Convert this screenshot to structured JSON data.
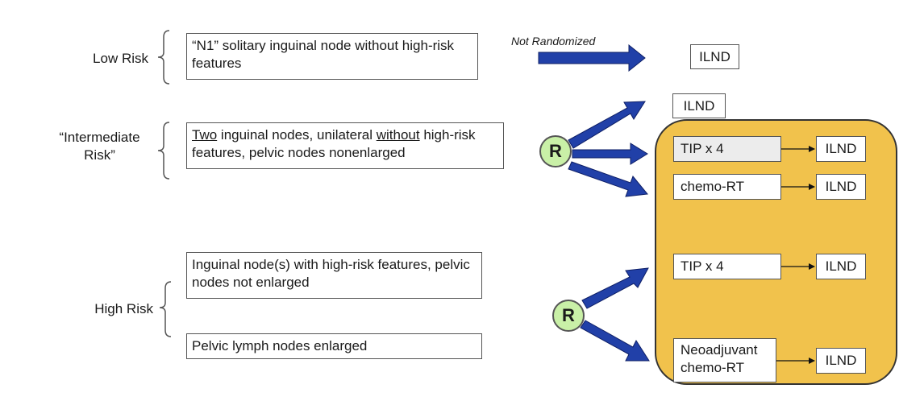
{
  "risk_groups": {
    "low": {
      "label": "Low Risk",
      "box_text": "“N1” solitary inguinal node without high-risk features"
    },
    "intermediate": {
      "label_line1": "“Intermediate",
      "label_line2": "Risk”",
      "box_part1": "Two",
      "box_part2": " inguinal nodes, unilateral ",
      "box_part3": "without",
      "box_part4": " high-risk features, pelvic nodes nonenlarged"
    },
    "high": {
      "label": "High Risk",
      "box1_text": "Inguinal node(s) with high-risk features, pelvic nodes not enlarged",
      "box2_text": "Pelvic lymph nodes enlarged"
    }
  },
  "not_randomized_label": "Not Randomized",
  "randomization_symbol": "R",
  "treatments": {
    "low_ilnd": "ILND",
    "int_ilnd_top": "ILND",
    "tip_1": "TIP x 4",
    "tip_1_ilnd": "ILND",
    "chemort": "chemo-RT",
    "chemort_ilnd": "ILND",
    "tip_2": "TIP x 4",
    "tip_2_ilnd": "ILND",
    "neoadj_line1": "Neoadjuvant",
    "neoadj_line2": "chemo-RT",
    "neoadj_ilnd": "ILND"
  },
  "colors": {
    "arrow": "#2140a8",
    "panel": "#f1c24c",
    "r_circle": "#c9f0a7"
  }
}
